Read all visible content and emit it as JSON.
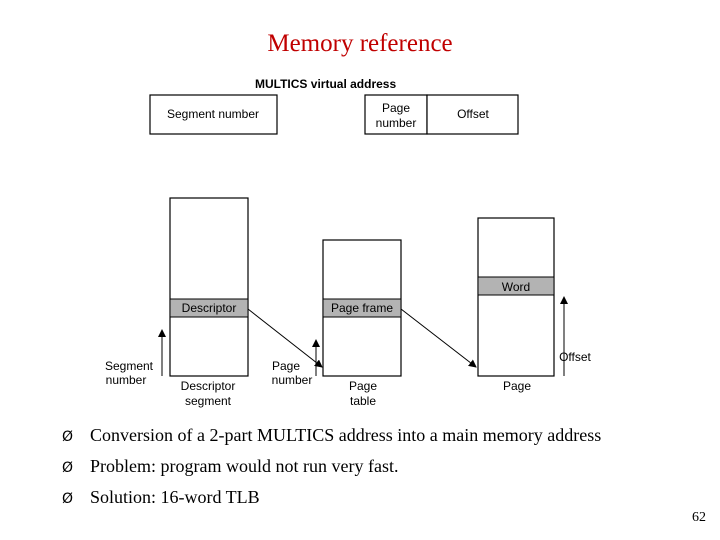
{
  "slide": {
    "title": "Memory reference",
    "page_number": "62"
  },
  "diagram": {
    "header": "MULTICS virtual address",
    "address_fields": {
      "segment_number": "Segment number",
      "page_number_line1": "Page",
      "page_number_line2": "number",
      "offset": "Offset"
    },
    "tables": {
      "descriptor_entry": "Descriptor",
      "page_frame_entry": "Page frame",
      "word_entry": "Word"
    },
    "labels": {
      "segment_number_line1": "Segment",
      "segment_number_line2": "number",
      "descriptor_segment_line1": "Descriptor",
      "descriptor_segment_line2": "segment",
      "page_number_line1": "Page",
      "page_number_line2": "number",
      "page_table_line1": "Page",
      "page_table_line2": "table",
      "offset": "Offset",
      "page": "Page"
    },
    "colors": {
      "entry_fill": "#b3b3b3"
    }
  },
  "bullets": {
    "marker": "Ø",
    "items": [
      "Conversion of a 2-part MULTICS address into a main memory address",
      "Problem: program would not run very fast.",
      "Solution: 16-word TLB"
    ]
  }
}
